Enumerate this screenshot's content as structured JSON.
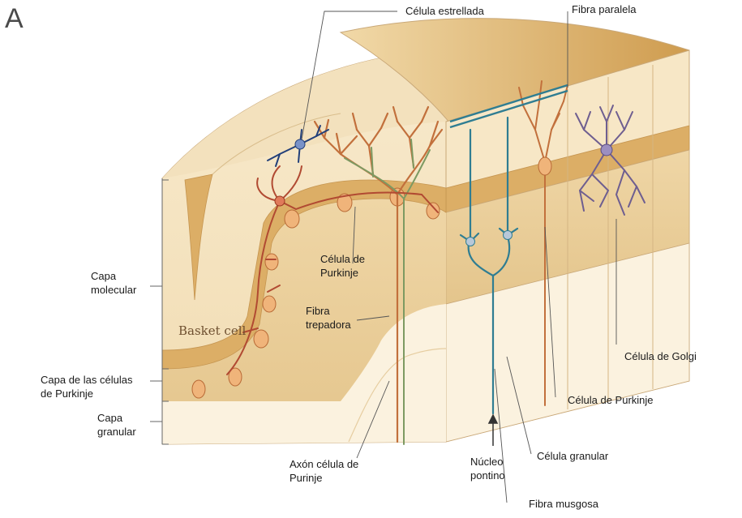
{
  "panel_letter": "A",
  "labels": {
    "stellate": "Célula estrellada",
    "parallel_fiber": "Fibra paralela",
    "molecular_layer_1": "Capa",
    "molecular_layer_2": "molecular",
    "purkinje_layer_1": "Capa de las células",
    "purkinje_layer_2": "de Purkinje",
    "granular_layer_1": "Capa",
    "granular_layer_2": "granular",
    "purkinje_cell_1": "Célula de",
    "purkinje_cell_2": "Purkinje",
    "climbing_fiber_1": "Fibra",
    "climbing_fiber_2": "trepadora",
    "basket_cell": "Basket cell",
    "golgi_cell": "Célula de Golgi",
    "purkinje_cell_right": "Célula de Purkinje",
    "granule_cell": "Célula granular",
    "purkinje_axon_1": "Axón célula de",
    "purkinje_axon_2": "Purinje",
    "pontine_nucleus_1": "Núcleo",
    "pontine_nucleus_2": "pontino",
    "mossy_fiber": "Fibra musgosa"
  },
  "colors": {
    "molecular": "#f6e6c8",
    "purkinje_band": "#dcae66",
    "granular": "#ecd3a2",
    "white_matter": "#fbf3e2",
    "top_surface": "#d9a95c",
    "purkinje_neuron": "#c2703c",
    "basket_neuron": "#b14a32",
    "stellate_neuron": "#23407a",
    "golgi_neuron": "#6e5e90",
    "teal_fiber": "#2f7d92",
    "climbing_fiber": "#7d9a62",
    "soma_fill": "#f0b47a",
    "leader_line": "#555555"
  }
}
